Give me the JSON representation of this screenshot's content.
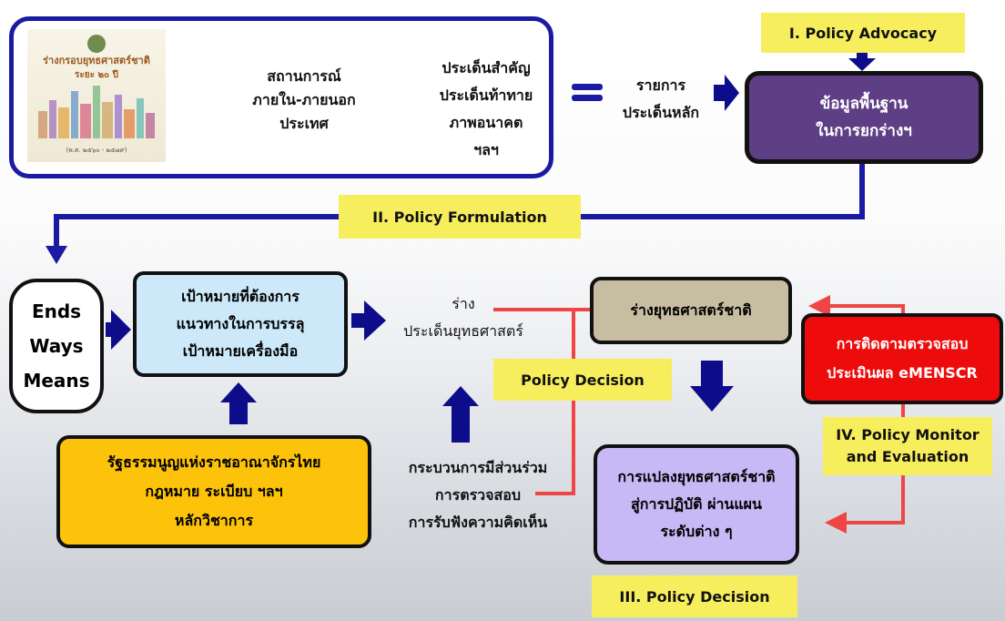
{
  "top": {
    "poster": {
      "title": "ร่างกรอบยุทธศาสตร์ชาติ",
      "subtitle": "ระยะ ๒๐ ปี",
      "footer": "(พ.ศ. ๒๕๖๐ - ๒๕๗๙)"
    },
    "situation": [
      "สถานการณ์",
      "ภายใน-ภายนอก",
      "ประเทศ"
    ],
    "issues": [
      "ประเด็นสำคัญ",
      "ประเด็นท้าทาย",
      "ภาพอนาคต",
      "ฯลฯ"
    ],
    "result": [
      "รายการ",
      "ประเด็นหลัก"
    ],
    "baseline_box": [
      "ข้อมูลพื้นฐาน",
      "ในการยกร่างฯ"
    ]
  },
  "tags": {
    "advocacy": "I. Policy Advocacy",
    "formulation": "II. Policy Formulation",
    "decision_mid": "Policy Decision",
    "monitor": [
      "IV. Policy  Monitor",
      "and Evaluation"
    ],
    "decision_bottom": "III. Policy Decision"
  },
  "ends_ways_means": [
    "Ends",
    "Ways",
    "Means"
  ],
  "goals_box": [
    "เป้าหมายที่ต้องการ",
    "แนวทางในการบรรลุ",
    "เป้าหมายเครื่องมือ"
  ],
  "draft_issues": [
    "ร่าง",
    "ประเด็นยุทธศาสตร์"
  ],
  "constitution_box": [
    "รัฐธรรมนูญแห่งราชอาณาจักรไทย",
    "กฎหมาย ระเบียบ ฯลฯ",
    "หลักวิชาการ"
  ],
  "participation": [
    "กระบวนการมีส่วนร่วม",
    "การตรวจสอบ",
    "การรับฟังความคิดเห็น"
  ],
  "draft_strategy_box": "ร่างยุทธศาสตร์ชาติ",
  "implementation_box": [
    "การแปลงยุทธศาสตร์ชาติ",
    "สู่การปฏิบัติ ผ่านแผน",
    "ระดับต่าง ๆ"
  ],
  "monitoring_box": [
    "การติดตามตรวจสอบ",
    "ประเมินผล eMENSCR"
  ],
  "colors": {
    "frame_blue": "#1a1aa3",
    "arrow_navy": "#0d0d8c",
    "tag_yellow": "#f7ee5e",
    "purple": "#5e3f86",
    "light_blue": "#cde9f9",
    "orange": "#fdc30a",
    "tan": "#c7bda0",
    "lavender": "#c7b8f6",
    "red": "#ee0b0b",
    "plus_pink": "#f6c8f0"
  }
}
